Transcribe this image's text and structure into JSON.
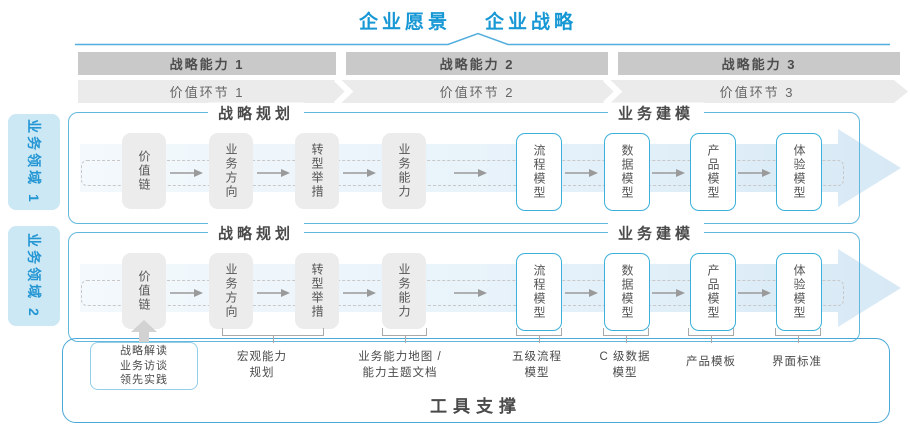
{
  "header": {
    "vision": "企业愿景",
    "strategy": "企业战略"
  },
  "capabilities": [
    "战略能力 1",
    "战略能力 2",
    "战略能力 3"
  ],
  "value_links": [
    "价值环节 1",
    "价值环节 2",
    "价值环节 3"
  ],
  "domains": [
    "业务领域 1",
    "业务领域 2"
  ],
  "row": {
    "planning_title": "战略规划",
    "modeling_title": "业务建模",
    "boxes": [
      "价值链",
      "业务方向",
      "转型举措",
      "业务能力",
      "流程模型",
      "数据模型",
      "产品模型",
      "体验模型"
    ]
  },
  "annotations": {
    "practice_box": "战略解读\n业务访谈\n领先实践",
    "labels": [
      "宏观能力\n规划",
      "业务能力地图 /\n能力主题文档",
      "五级流程\n模型",
      "C 级数据\n模型",
      "产品模板",
      "界面标准"
    ]
  },
  "footer": {
    "tool_support": "工具支撑"
  },
  "colors": {
    "accent_blue": "#1798d5",
    "border_blue": "#62b8dc",
    "node_border_blue": "#3cb0da",
    "tab_bg": "#cce8f5",
    "bar_gray": "#c9c9c9",
    "chevron_gray": "#ebebeb",
    "band_light_blue": "#d7e9f5"
  }
}
